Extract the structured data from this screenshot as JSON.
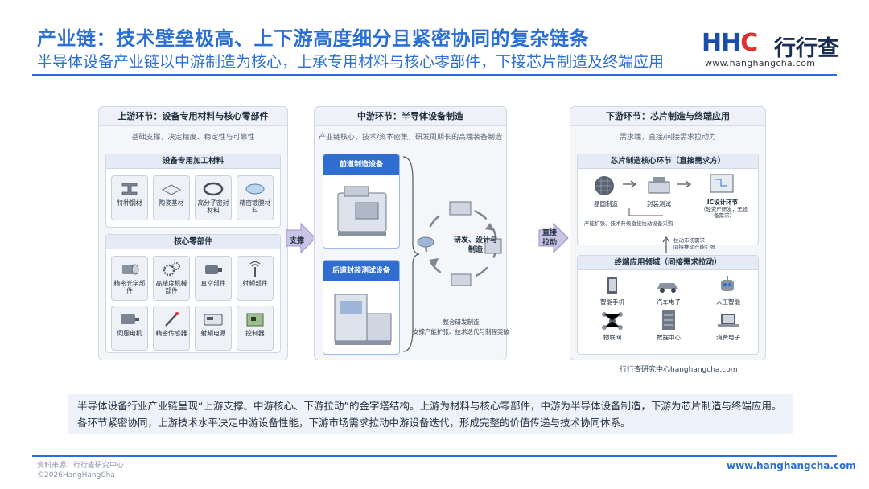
{
  "header": {
    "title": "产业链：技术壁垒极高、上下游高度细分且紧密协同的复杂链条",
    "subtitle": "半导体设备产业链以中游制造为核心，上承专用材料与核心零部件，下接芯片制造及终端应用",
    "logo_mark_a": "HH",
    "logo_mark_b": "C",
    "logo_cn": "行行查",
    "logo_url": "www.hanghangcha.com"
  },
  "upstream": {
    "title": "上游环节：设备专用材料与核心零部件",
    "desc": "基础支撑，决定精度、稳定性与可靠性",
    "materials": {
      "title": "设备专用加工材料",
      "items": [
        {
          "label": "特种钢材",
          "icon": "steel-beam-icon"
        },
        {
          "label": "陶瓷基材",
          "icon": "ceramic-plate-icon"
        },
        {
          "label": "高分子密封材料",
          "icon": "seal-ring-icon"
        },
        {
          "label": "精密镀膜材料",
          "icon": "coating-disc-icon"
        }
      ]
    },
    "parts": {
      "title": "核心零部件",
      "items": [
        {
          "label": "精密光学部件",
          "icon": "optical-lens-icon"
        },
        {
          "label": "高精度机械部件",
          "icon": "gears-icon"
        },
        {
          "label": "真空部件",
          "icon": "vacuum-pump-icon"
        },
        {
          "label": "射频部件",
          "icon": "rf-antenna-icon"
        },
        {
          "label": "伺服电机",
          "icon": "servo-motor-icon"
        },
        {
          "label": "精密传感器",
          "icon": "sensor-probe-icon"
        },
        {
          "label": "射频电源",
          "icon": "rf-power-supply-icon"
        },
        {
          "label": "控制器",
          "icon": "controller-board-icon"
        }
      ]
    }
  },
  "arrow_support": "支撑",
  "midstream": {
    "title": "中游环节：半导体设备制造",
    "desc": "产业链核心，技术/资本密集，研发周期长的高端装备制造",
    "front": "前道制造设备",
    "back": "后道封装测试设备",
    "cycle_label": "研发、设计与制造",
    "bottom_note_1": "整合研发制造",
    "bottom_note_2": "支撑产能扩张、技术迭代与制程突破"
  },
  "arrow_pull": "直接拉动",
  "downstream": {
    "title": "下游环节：芯片制造与终端应用",
    "desc": "需求端，直接/间接需求拉动力",
    "chip": {
      "title": "芯片制造核心环节（直接需求方）",
      "steps": [
        {
          "label": "晶圆制造",
          "icon": "wafer-icon"
        },
        {
          "label": "封装测试",
          "icon": "package-test-icon"
        },
        {
          "label": "IC设计环节",
          "note": "（轻资产研发，无设备需求）",
          "icon": "ic-design-icon"
        }
      ],
      "note": "产能扩张、技术升级直接拉动设备采购"
    },
    "indirect_1": "拉动市场需求，",
    "indirect_2": "间接推动产能扩张",
    "apps": {
      "title": "终端应用领域（间接需求拉动）",
      "items": [
        {
          "label": "智能手机",
          "icon": "smartphone-icon"
        },
        {
          "label": "汽车电子",
          "icon": "car-icon"
        },
        {
          "label": "人工智能",
          "icon": "ai-robot-icon"
        },
        {
          "label": "物联网",
          "icon": "iot-network-icon"
        },
        {
          "label": "数据中心",
          "icon": "server-rack-icon"
        },
        {
          "label": "消费电子",
          "icon": "laptop-icon"
        }
      ]
    }
  },
  "diagram_source": "行行查研究中心hanghangcha.com",
  "summary": "半导体设备行业产业链呈现“上游支撑、中游核心、下游拉动”的金字塔结构。上游为材料与核心零部件，中游为半导体设备制造，下游为芯片制造与终端应用。各环节紧密协同，上游技术水平决定中游设备性能，下游市场需求拉动中游设备迭代，形成完整的价值传递与技术协同体系。",
  "footer": {
    "source": "资料来源：行行查研究中心",
    "copyright": "©2026HangHangCha",
    "url": "www.hanghangcha.com"
  },
  "colors": {
    "brand_blue": "#2a6fd6",
    "brand_red": "#e0312f",
    "arrow_fill": "#c9c4e6"
  }
}
